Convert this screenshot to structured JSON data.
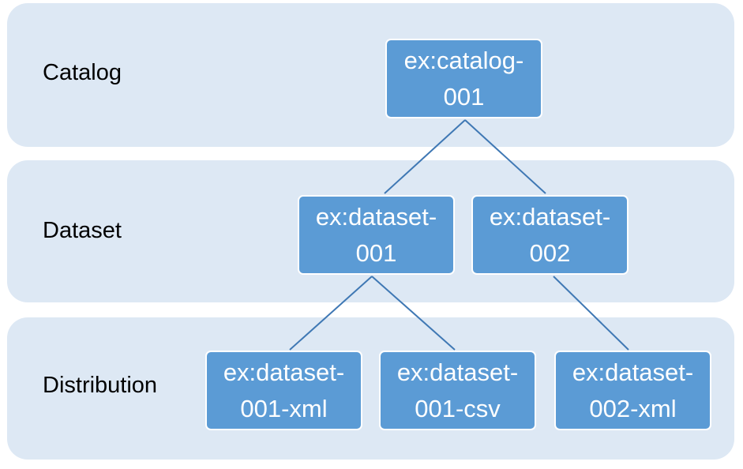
{
  "tiers": {
    "catalog": "Catalog",
    "dataset": "Dataset",
    "distribution": "Distribution"
  },
  "nodes": {
    "catalog_001": {
      "line1": "ex:catalog-",
      "line2": "001"
    },
    "dataset_001": {
      "line1": "ex:dataset-",
      "line2": "001"
    },
    "dataset_002": {
      "line1": "ex:dataset-",
      "line2": "002"
    },
    "dataset_001_xml": {
      "line1": "ex:dataset-",
      "line2": "001-xml"
    },
    "dataset_001_csv": {
      "line1": "ex:dataset-",
      "line2": "001-csv"
    },
    "dataset_002_xml": {
      "line1": "ex:dataset-",
      "line2": "002-xml"
    }
  },
  "edges": [
    [
      "catalog_001",
      "dataset_001"
    ],
    [
      "catalog_001",
      "dataset_002"
    ],
    [
      "dataset_001",
      "dataset_001_xml"
    ],
    [
      "dataset_001",
      "dataset_001_csv"
    ],
    [
      "dataset_002",
      "dataset_002_xml"
    ]
  ],
  "colors": {
    "band": "#dde8f4",
    "node": "#5b9bd5",
    "edge": "#3f78b4"
  }
}
